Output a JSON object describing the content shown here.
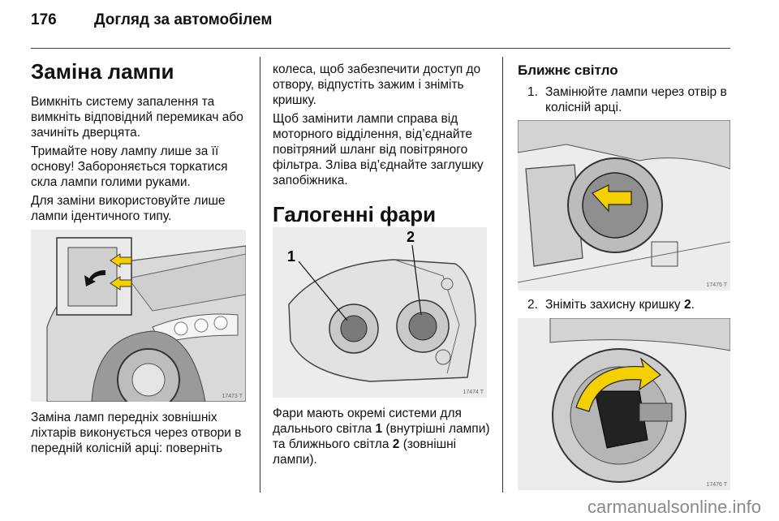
{
  "header": {
    "page_number": "176",
    "section_title": "Догляд за автомобілем"
  },
  "col1": {
    "heading": "Заміна лампи",
    "p1": "Вимкніть систему запалення та вимкніть відповідний перемикач або зачиніть дверцята.",
    "p2": "Тримайте нову лампу лише за її основу! Забороняється торкатися скла лампи голими руками.",
    "p3": "Для заміни використовуйте лише лампи ідентичного типу.",
    "figure_code": "17473 T",
    "p4": "Заміна ламп передніх зовнішніх ліхтарів виконується через отвори в передній колісній арці: поверніть"
  },
  "col2": {
    "p1": "колеса, щоб забезпечити доступ до отвору, відпустіть зажим і зніміть кришку.",
    "p2": "Щоб замінити лампи справа від моторного відділення, від’єднайте повітряний шланг від повітряного фільтра. Зліва від’єднайте заглушку запобіжника.",
    "heading": "Галогенні фари",
    "callout_1": "1",
    "callout_2": "2",
    "figure_code": "17474 T",
    "p3_a": "Фари мають окремі системи для дальнього світла ",
    "p3_b": "1",
    "p3_c": " (внутрішні лампи) та ближнього світла ",
    "p3_d": "2",
    "p3_e": " (зовнішні лампи)."
  },
  "col3": {
    "heading": "Ближнє світло",
    "step1_num": "1.",
    "step1_text": "Замінюйте лампи через отвір в колісній арці.",
    "figure1_code": "17475 T",
    "step2_num": "2.",
    "step2_text_a": "Зніміть захисну кришку ",
    "step2_text_b": "2",
    "step2_text_c": ".",
    "figure2_code": "17476 T"
  },
  "watermark": "carmanualsonline.info",
  "colors": {
    "arrow_yellow": "#f5d000",
    "figure_bg": "#ececec"
  }
}
